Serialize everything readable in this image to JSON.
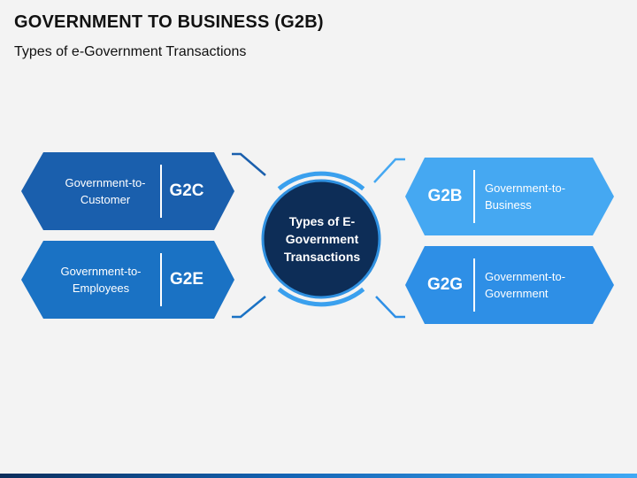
{
  "header": {
    "title": "GOVERNMENT TO BUSINESS (G2B)",
    "subtitle": "Types of e-Government Transactions"
  },
  "center": {
    "label": "Types of E-Government Transactions",
    "color": "#0d2d57"
  },
  "items": [
    {
      "code": "G2C",
      "label": "Government-to-Customer",
      "color": "#1a5fad"
    },
    {
      "code": "G2E",
      "label": "Government-to-Employees",
      "color": "#1a72c4"
    },
    {
      "code": "G2B",
      "label": "Government-to-Business",
      "color": "#45a8f2"
    },
    {
      "code": "G2G",
      "label": "Government-to-Government",
      "color": "#2e8fe6"
    }
  ],
  "colors": {
    "ring": "#3aa0ee",
    "background": "#f3f3f3"
  }
}
